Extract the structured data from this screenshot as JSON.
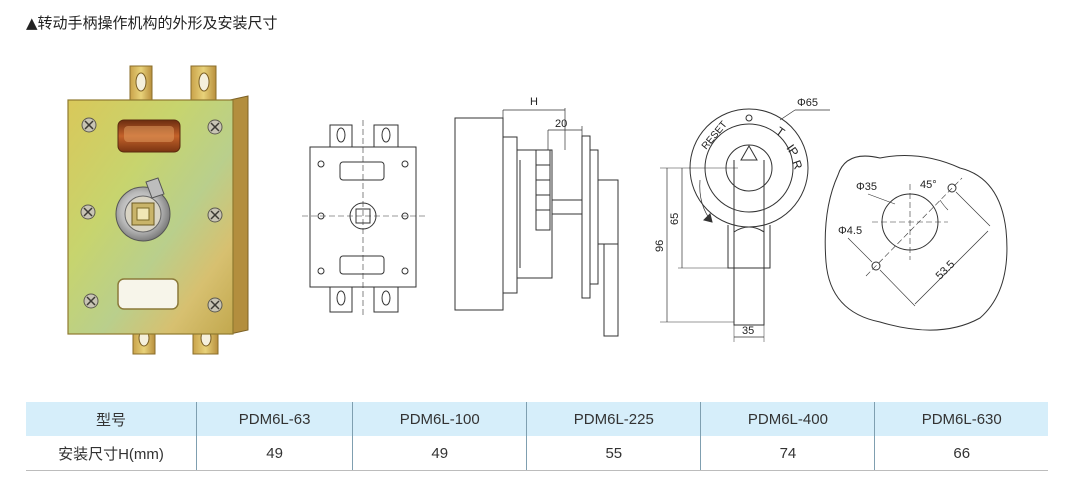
{
  "heading": "▲转动手柄操作机构的外形及安装尺寸",
  "dimensions": {
    "side_h": "H",
    "side_20": "20",
    "dial_dia": "Φ65",
    "height_96": "96",
    "height_65": "65",
    "width_35": "35",
    "cutout_dia": "Φ35",
    "angle": "45°",
    "hole_dia": "Φ4.5",
    "pitch": "53.5"
  },
  "dial": {
    "reset": "RESET",
    "t": "T",
    "ip": "IP",
    "r": "R"
  },
  "table": {
    "header_label": "型号",
    "row_label": "安装尺寸H(mm)",
    "models": [
      "PDM6L-63",
      "PDM6L-100",
      "PDM6L-225",
      "PDM6L-400",
      "PDM6L-630"
    ],
    "h_values": [
      "49",
      "49",
      "55",
      "74",
      "66"
    ]
  }
}
